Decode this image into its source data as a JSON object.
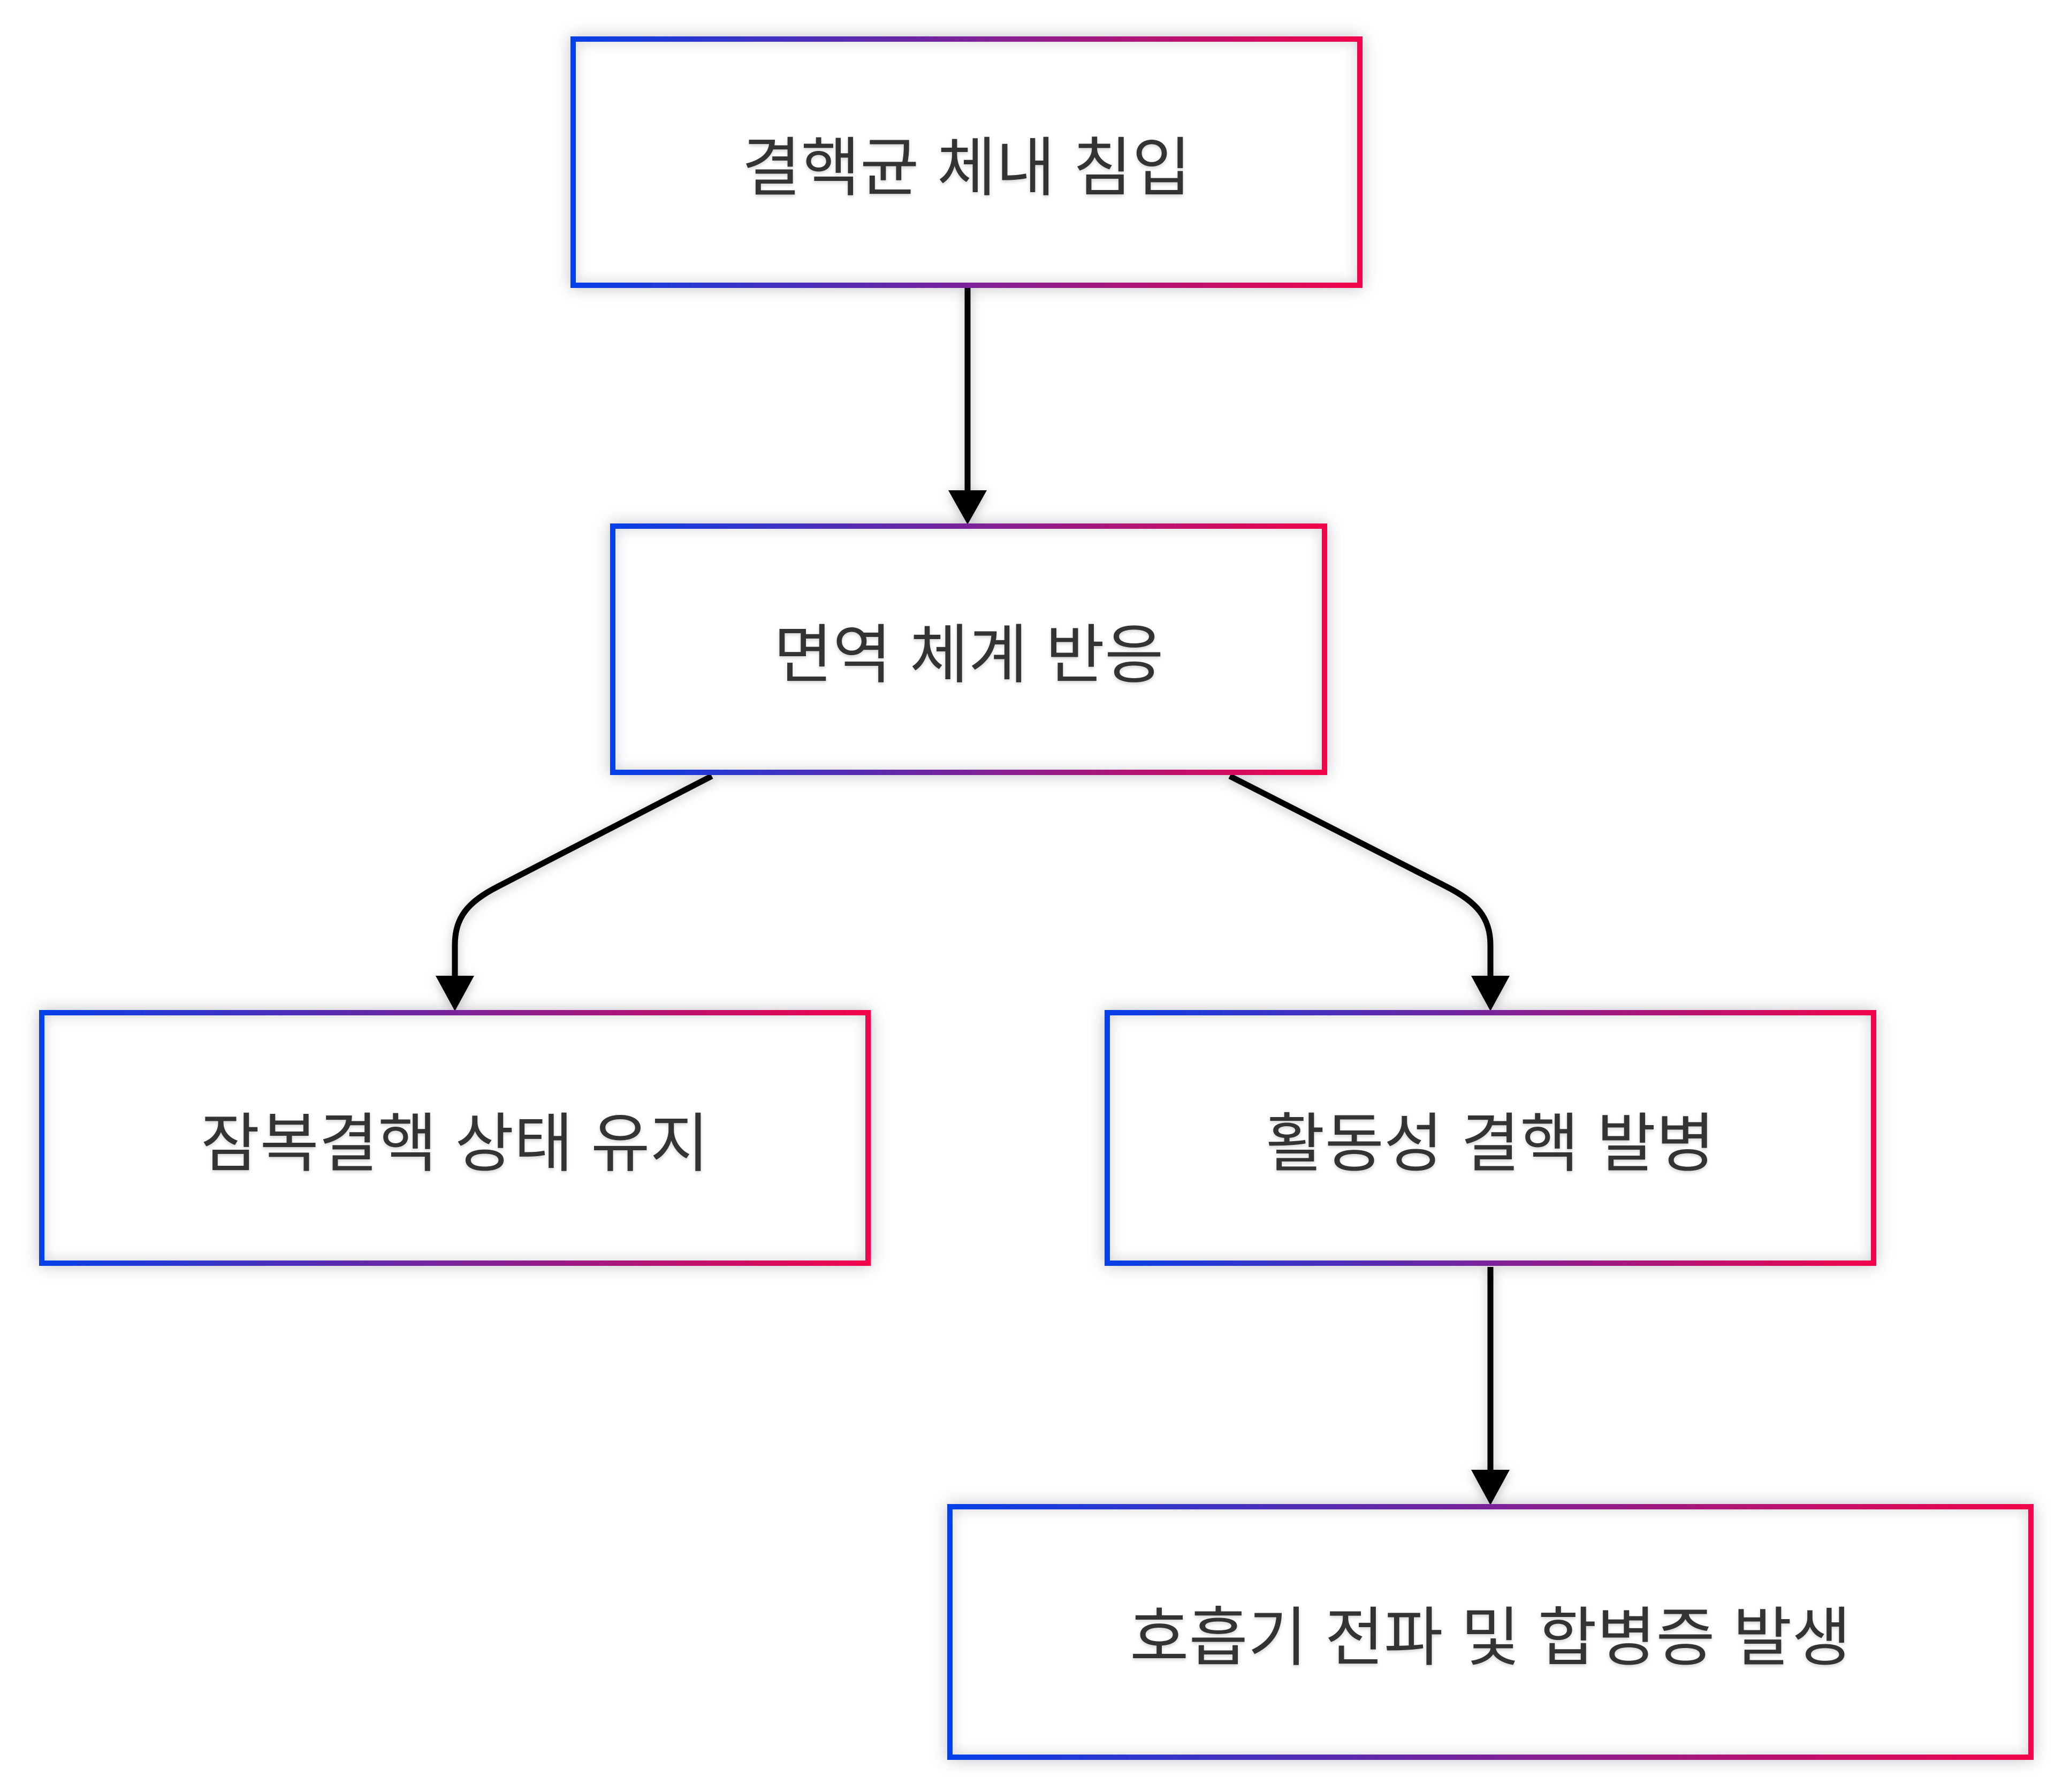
{
  "diagram": {
    "type": "flowchart",
    "direction": "top-down",
    "background_color": "#ffffff",
    "node_border_gradient": [
      "#0540e9",
      "#f2044a"
    ],
    "node_fill_color": "#ffffff",
    "node_text_color": "#333333",
    "arrow_color": "#000000",
    "nodes": [
      {
        "id": "invasion",
        "label": "결핵균 체내 침입"
      },
      {
        "id": "immune",
        "label": "면역 체계 반응"
      },
      {
        "id": "latent",
        "label": "잠복결핵 상태 유지"
      },
      {
        "id": "active",
        "label": "활동성 결핵 발병"
      },
      {
        "id": "spread",
        "label": "호흡기 전파 및 합병증 발생"
      }
    ],
    "edges": [
      {
        "from": "invasion",
        "to": "immune"
      },
      {
        "from": "immune",
        "to": "latent"
      },
      {
        "from": "immune",
        "to": "active"
      },
      {
        "from": "active",
        "to": "spread"
      }
    ]
  }
}
